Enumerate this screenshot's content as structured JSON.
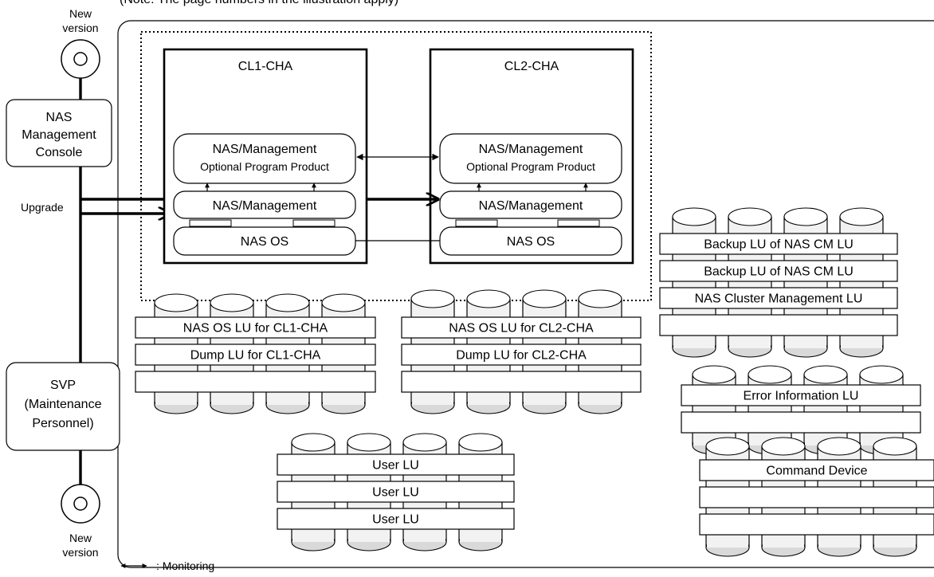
{
  "top_caption": "(Note: The page numbers in the illustration apply)",
  "media_top": {
    "label_line1": "New",
    "label_line2": "version",
    "icon": "disc-icon"
  },
  "media_bottom": {
    "label_line1": "New",
    "label_line2": "version",
    "icon": "disc-icon"
  },
  "nas_console": {
    "line1": "NAS",
    "line2": "Management",
    "line3": "Console"
  },
  "svp": {
    "line1": "SVP",
    "line2": "(Maintenance",
    "line3": "Personnel)"
  },
  "upgrade_label": "Upgrade",
  "cl1": {
    "title": "CL1-CHA",
    "optional_line1": "NAS/Management",
    "optional_line2": "Optional Program Product",
    "management": "NAS/Management",
    "os": "NAS OS"
  },
  "cl2": {
    "title": "CL2-CHA",
    "optional_line1": "NAS/Management",
    "optional_line2": "Optional Program Product",
    "management": "NAS/Management",
    "os": "NAS OS"
  },
  "lu_cl1": [
    "NAS OS LU for CL1-CHA",
    "Dump LU for CL1-CHA",
    ""
  ],
  "lu_cl2": [
    "NAS OS LU for CL2-CHA",
    "Dump LU for CL2-CHA",
    ""
  ],
  "lu_cm": [
    "Backup LU of NAS CM LU",
    "Backup LU of NAS CM LU",
    "NAS Cluster Management LU",
    ""
  ],
  "lu_error": [
    "Error Information LU",
    ""
  ],
  "lu_command": [
    "Command Device",
    "",
    ""
  ],
  "lu_user": [
    "User LU",
    "User LU",
    "User LU"
  ],
  "legend": {
    "text": ": Monitoring",
    "icon": "double-arrow-icon"
  }
}
